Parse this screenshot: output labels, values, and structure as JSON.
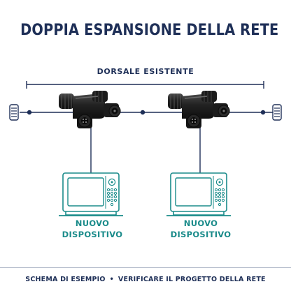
{
  "title": "DOPPIA ESPANSIONE DELLA RETE",
  "backbone_label": "DORSALE ESISTENTE",
  "devices": [
    {
      "line1": "NUOVO",
      "line2": "DISPOSITIVO"
    },
    {
      "line1": "NUOVO",
      "line2": "DISPOSITIVO"
    }
  ],
  "footer": {
    "left": "SCHEMA DI ESEMPIO",
    "separator": "•",
    "right": "VERIFICARE IL PROGETTO DELLA RETE"
  },
  "colors": {
    "navy": "#1e2f57",
    "teal": "#1a8b8a",
    "connector": "#1a1a1a"
  }
}
